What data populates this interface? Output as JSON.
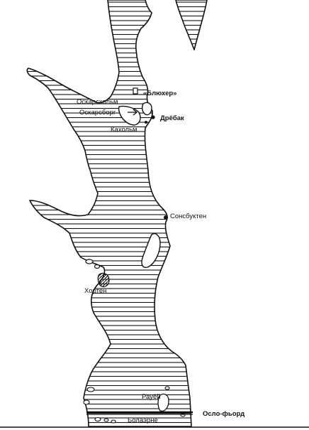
{
  "labels": {
    "blucher": "«Блюхер»",
    "oscarsholm": "Оскарсхольм",
    "oscarsborg": "Оскарсборг",
    "drobak": "Дрёбак",
    "kaholm": "Кахольм",
    "sonsbukten": "Сонсбуктен",
    "horten": "Хортен",
    "rauoy": "Рауёй",
    "bolaerne": "Болаэрне",
    "oslofjord": "Осло-фьорд"
  },
  "colors": {
    "ink": "#111111",
    "paper": "#ffffff"
  }
}
